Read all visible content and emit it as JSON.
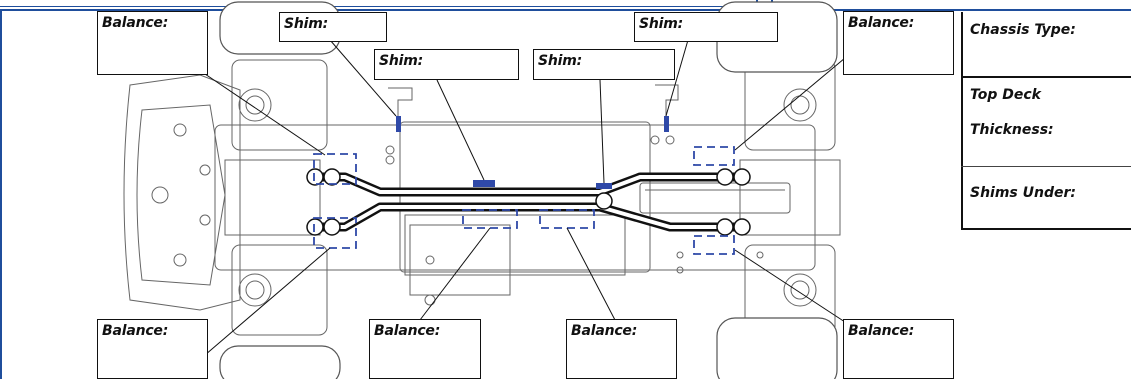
{
  "labels": {
    "balance_front_top_left": "Balance:",
    "shim_top_left": "Shim:",
    "shim_mid_left": "Shim:",
    "shim_mid_right": "Shim:",
    "shim_top_right": "Shim:",
    "balance_rear_top_right": "Balance:",
    "balance_front_bottom_left": "Balance:",
    "balance_bottom_center_left": "Balance:",
    "balance_bottom_center_right": "Balance:",
    "balance_rear_bottom_right": "Balance:"
  },
  "side_panel": {
    "chassis_type": "Chassis Type:",
    "top_deck_line1": "Top Deck",
    "top_deck_line2": "Thickness:",
    "shims_under": "Shims Under:"
  },
  "colors": {
    "accent": "#1f4e9c",
    "shim_marker": "#2f49a8",
    "outline": "#111111",
    "drawing": "#555555"
  }
}
